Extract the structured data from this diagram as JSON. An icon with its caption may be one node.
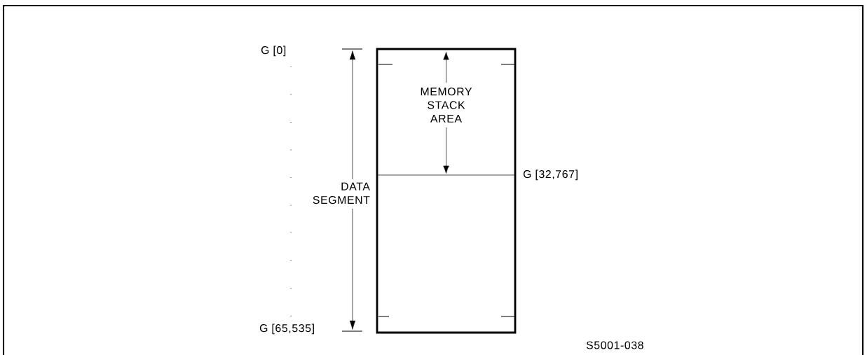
{
  "diagram": {
    "nodes": [
      {
        "text": [],
        "shape": "box"
      },
      {
        "text": [
          "MEMORY STACK AREA"
        ],
        "in": 0
      }
    ],
    "labels": [
      "G [0]",
      "DATA SEGMENT",
      "G [32,767]",
      "G [65,535]",
      "S5001-038"
    ]
  }
}
